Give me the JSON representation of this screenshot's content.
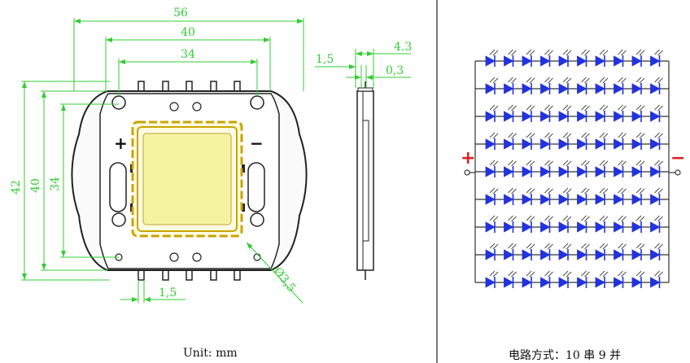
{
  "dimensions": {
    "width_56": "56",
    "width_40": "40",
    "width_34": "34",
    "height_42": "42",
    "height_40": "40",
    "height_34": "34",
    "pitch_1_5": "1,5",
    "hole_dia": "Ø3,5",
    "side_1_5": "1,5",
    "side_4_3": "4.3",
    "side_0_3": "0,3"
  },
  "polarity": {
    "plus": "+",
    "minus": "−"
  },
  "circuit": {
    "columns": 10,
    "rows": 9,
    "led_color": "#2233dd",
    "wire_color": "#333333"
  },
  "colors": {
    "dimension": "#33cc33",
    "emitter": "#f6f3a0",
    "frame_gold": "#c8a400",
    "plus_red": "#e02020"
  },
  "captions": {
    "unit": "Unit: mm",
    "circuit": "电路方式：10 串 9 并"
  }
}
